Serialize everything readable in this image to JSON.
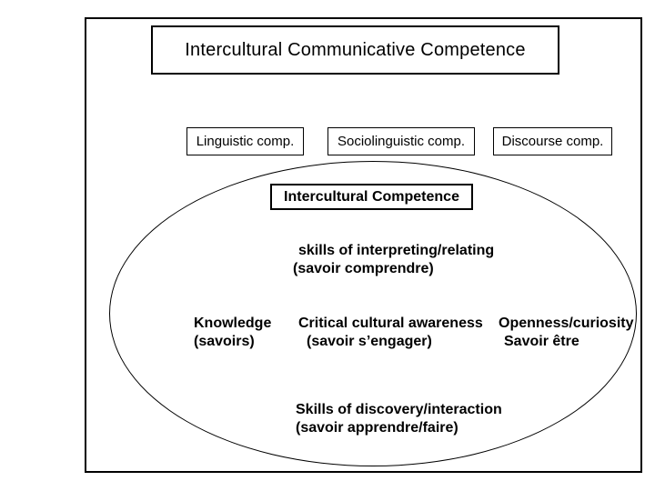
{
  "diagram": {
    "title": "Intercultural Communicative Competence",
    "top_boxes": [
      {
        "label": "Linguistic comp."
      },
      {
        "label": "Sociolinguistic comp."
      },
      {
        "label": "Discourse comp."
      }
    ],
    "ellipse": {
      "label": "Intercultural Competence",
      "items": [
        {
          "line1": "skills of interpreting/relating",
          "line2": "(savoir comprendre)"
        },
        {
          "line1": "Knowledge",
          "line2": "(savoirs)"
        },
        {
          "line1": "Critical cultural awareness",
          "line2": "(savoir s’engager)"
        },
        {
          "line1": "Openness/curiosity",
          "line2": "Savoir être"
        },
        {
          "line1": "Skills of discovery/interaction",
          "line2": "(savoir apprendre/faire)"
        }
      ]
    },
    "colors": {
      "line": "#000000",
      "background": "#ffffff",
      "text": "#000000"
    }
  }
}
